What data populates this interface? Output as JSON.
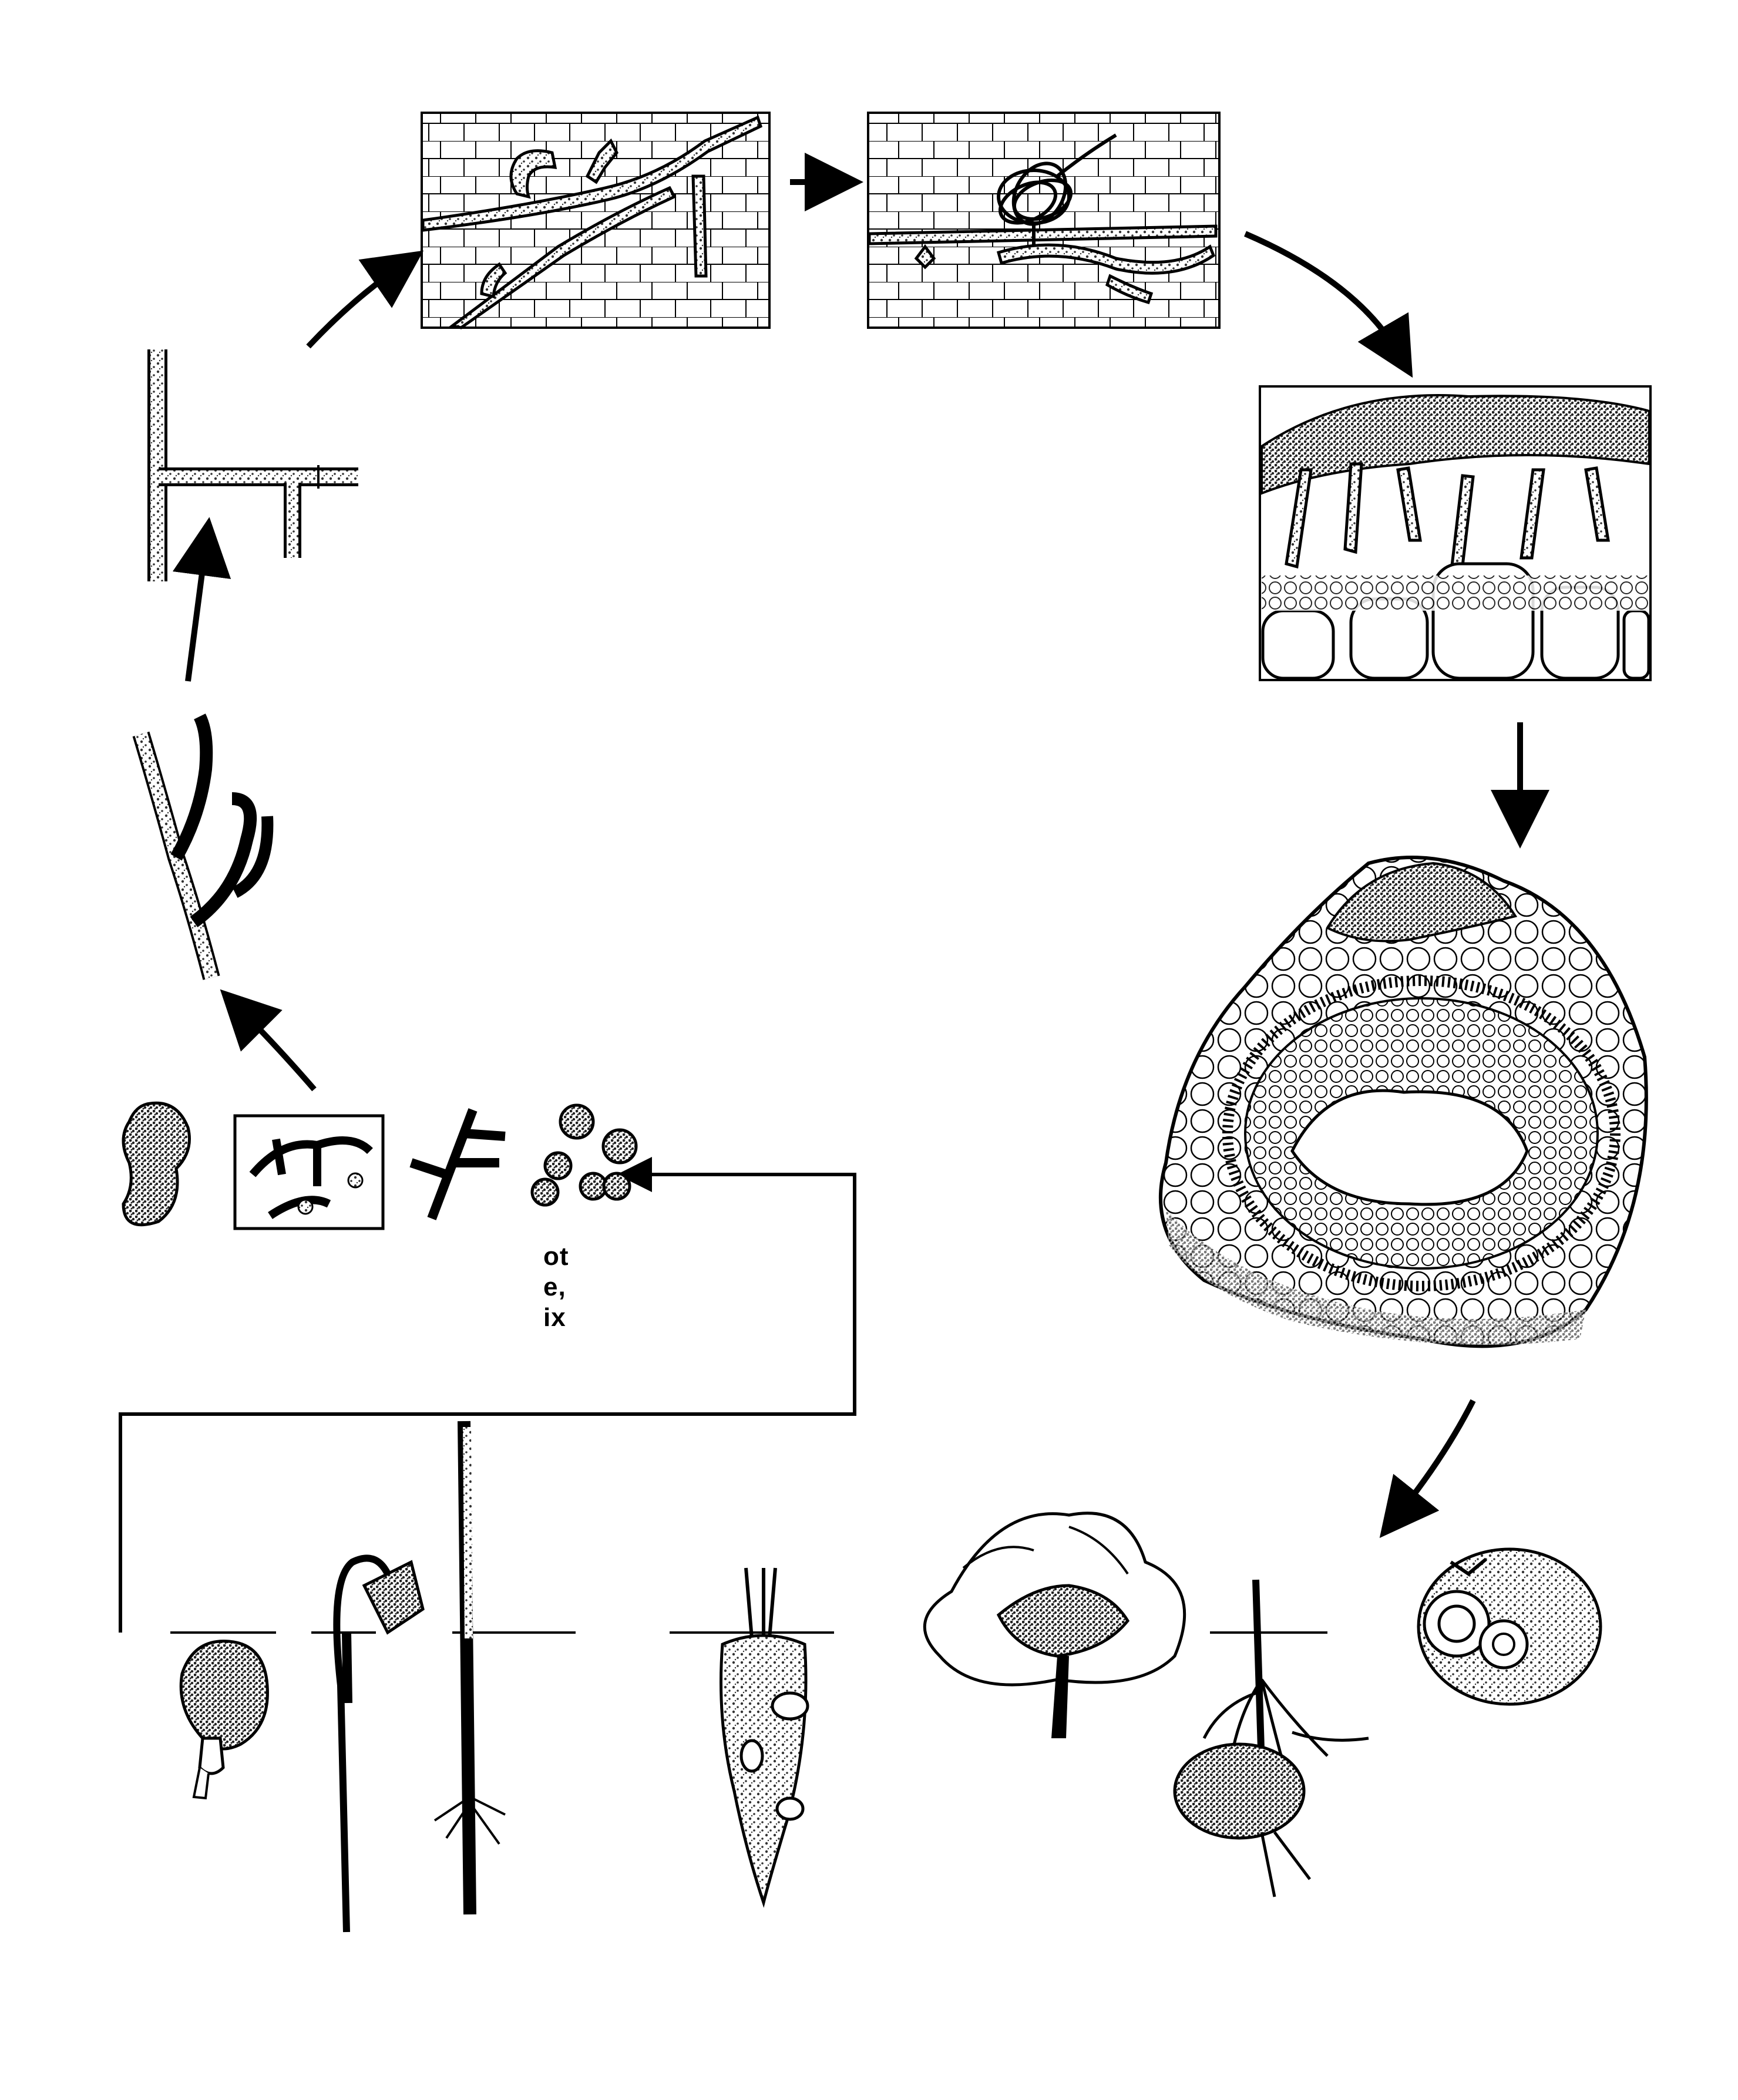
{
  "diagram": {
    "ink": "#000000",
    "paper": "#ffffff",
    "stipple": "#333333",
    "fragment_labels": [
      "ot",
      "e,",
      "ix"
    ],
    "stages": [
      {
        "id": "hyphae-branching-in-cells",
        "icon": "hyphae-in-tissue-icon"
      },
      {
        "id": "hyphal-coil-in-cells",
        "icon": "hyphal-knot-icon"
      },
      {
        "id": "tissue-section-with-mycelial-mat",
        "icon": "tissue-cross-section-icon"
      },
      {
        "id": "sclerotium-cross-section",
        "icon": "sclerotium-section-icon"
      },
      {
        "id": "infected-hosts",
        "icon": "host-plants-icon"
      },
      {
        "id": "infected-seedlings",
        "icon": "seedlings-icon"
      },
      {
        "id": "propagules",
        "icon": "propagules-icon"
      },
      {
        "id": "branched-hyphae",
        "icon": "branched-hypha-icon"
      },
      {
        "id": "right-angle-branch",
        "icon": "hypha-branch-icon"
      }
    ]
  }
}
